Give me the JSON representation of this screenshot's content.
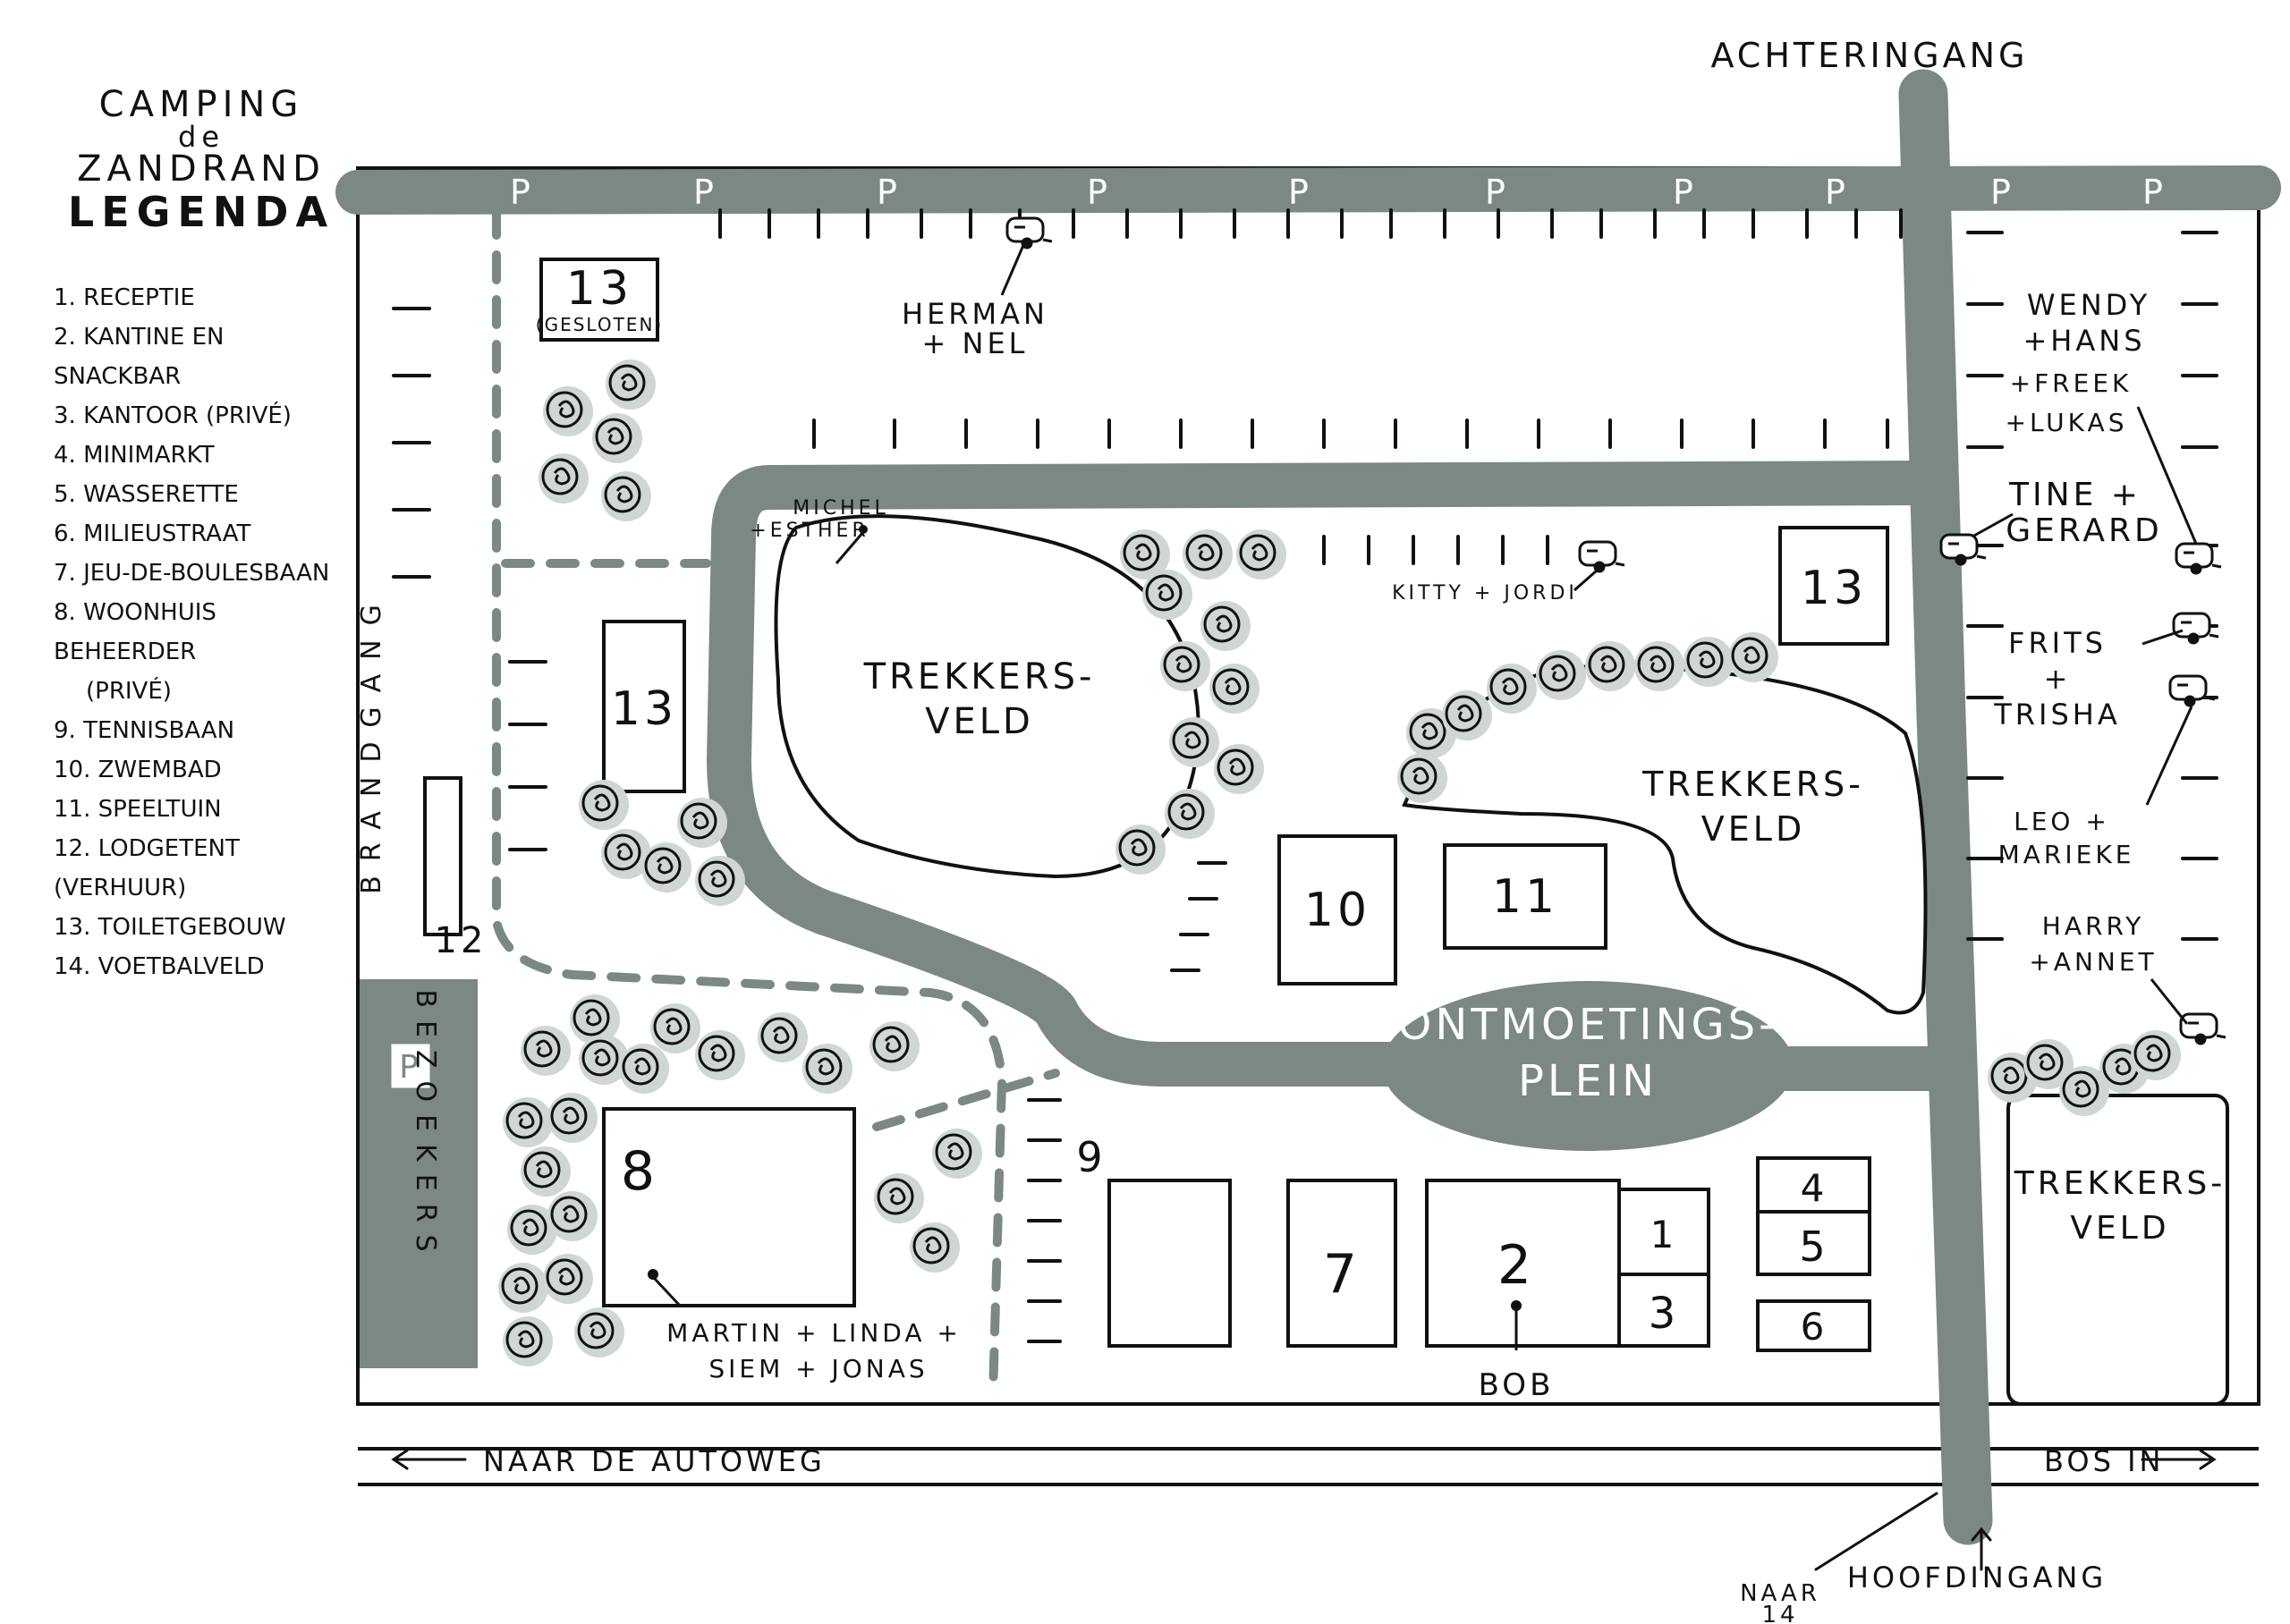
{
  "legend": {
    "title_line1": "CAMPING",
    "title_line2": "de",
    "title_line3": "ZANDRAND",
    "heading": "LEGENDA",
    "items": [
      "1. RECEPTIE",
      "2. KANTINE EN SNACKBAR",
      "3. KANTOOR (PRIVÉ)",
      "4. MINIMARKT",
      "5. WASSERETTE",
      "6. MILIEUSTRAAT",
      "7. JEU-DE-BOULESBAAN",
      "8. WOONHUIS BEHEERDER",
      "(PRIVÉ)",
      "9. TENNISBAAN",
      "10. ZWEMBAD",
      "11. SPEELTUIN",
      "12. LODGETENT (VERHUUR)",
      "13. TOILETGEBOUW",
      "14. VOETBALVELD"
    ]
  },
  "map": {
    "colors": {
      "road": "#7b8886",
      "shade": "#cfd6d4",
      "ink": "#111111"
    },
    "parking_symbol": "P",
    "labels": {
      "achteringang": "ACHTERINGANG",
      "hoofdingang": "HOOFDINGANG",
      "naar14_line1": "NAAR",
      "naar14_line2": "14",
      "naar_autoweg": "NAAR DE AUTOWEG",
      "bos_in": "BOS IN",
      "brandgang": "BRANDGANG",
      "bezoekers": "BEZOEKERS",
      "ontmoetingsplein_line1": "ONTMOETINGS-",
      "ontmoetingsplein_line2": "PLEIN",
      "trekkersveld_line1": "TREKKERS-",
      "trekkersveld_line2": "VELD",
      "gesloten": "(GESLOTEN)"
    },
    "buildings": {
      "b1": "1",
      "b2": "2",
      "b3": "3",
      "b4": "4",
      "b5": "5",
      "b6": "6",
      "b7": "7",
      "b8": "8",
      "b9": "9",
      "b10": "10",
      "b11": "11",
      "b12": "12",
      "b13": "13"
    },
    "residents": {
      "herman_nel_1": "HERMAN",
      "herman_nel_2": "+ NEL",
      "michel_esther_1": "MICHEL",
      "michel_esther_2": "+ESTHER",
      "kitty_jordi": "KITTY + JORDI",
      "wendy_1": "WENDY",
      "wendy_2": "+HANS",
      "wendy_3": "+FREEK",
      "wendy_4": "+LUKAS",
      "tine_1": "TINE +",
      "tine_2": "GERARD",
      "frits_1": "FRITS",
      "frits_2": "+",
      "frits_3": "TRISHA",
      "leo_1": "LEO +",
      "leo_2": "MARIEKE",
      "harry_1": "HARRY",
      "harry_2": "+ANNET",
      "martin_1": "MARTIN + LINDA +",
      "martin_2": "SIEM + JONAS",
      "bob": "BOB"
    }
  }
}
